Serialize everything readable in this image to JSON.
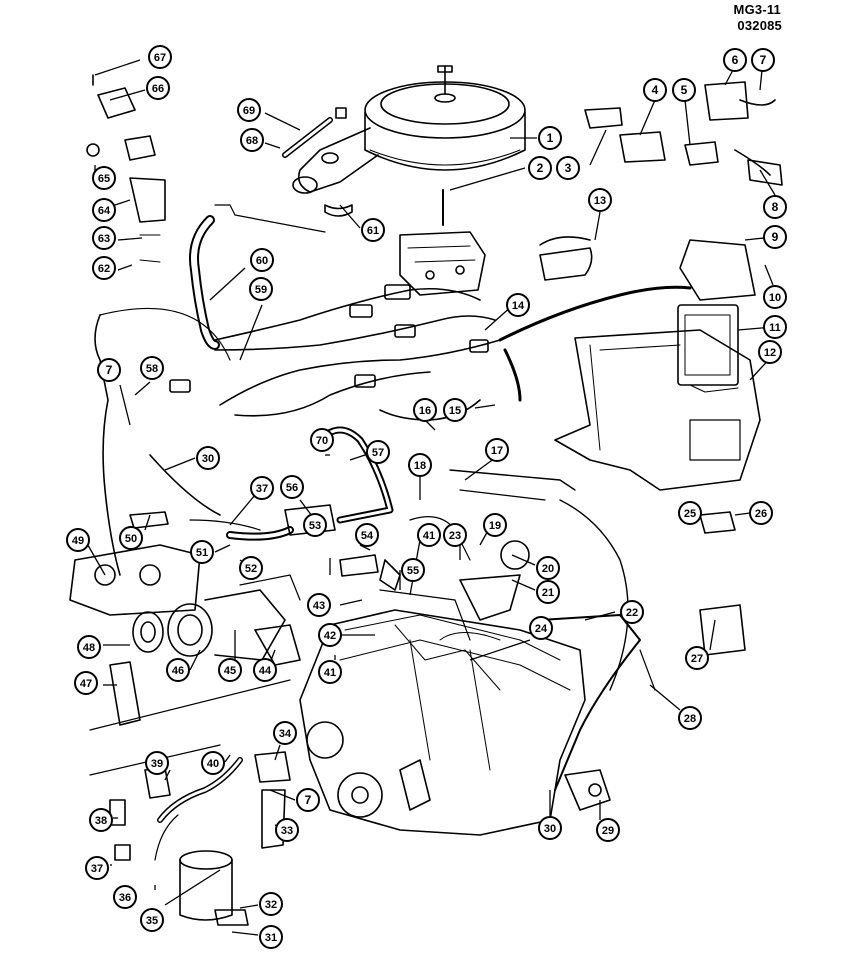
{
  "header": {
    "code": "MG3-11",
    "date": "032085"
  },
  "callouts": [
    "1",
    "2",
    "3",
    "4",
    "5",
    "6",
    "7",
    "8",
    "9",
    "10",
    "11",
    "12",
    "13",
    "14",
    "15",
    "16",
    "17",
    "18",
    "19",
    "20",
    "21",
    "22",
    "23",
    "24",
    "25",
    "26",
    "27",
    "28",
    "29",
    "30",
    "31",
    "32",
    "33",
    "34",
    "35",
    "36",
    "37",
    "38",
    "39",
    "40",
    "41",
    "42",
    "43",
    "44",
    "45",
    "46",
    "47",
    "48",
    "49",
    "50",
    "51",
    "52",
    "53",
    "54",
    "55",
    "56",
    "57",
    "58",
    "59",
    "60",
    "61",
    "62",
    "63",
    "64",
    "65",
    "66",
    "67",
    "68",
    "69",
    "70",
    "7",
    "30",
    "37",
    "41",
    "7"
  ]
}
